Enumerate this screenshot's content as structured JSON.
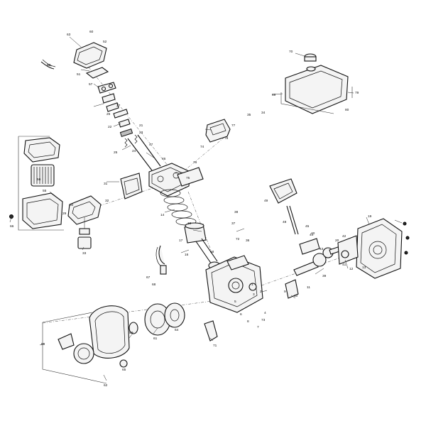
{
  "labels": {
    "l63": "63",
    "l60": "60",
    "l51": "51",
    "l50": "50",
    "l52": "52",
    "l27a": "27",
    "l26a": "26",
    "l57": "57",
    "l22": "22",
    "l21": "21",
    "l23": "23",
    "l24": "24",
    "l47": "47",
    "l46": "46",
    "l25": "25",
    "l79": "79",
    "l70": "70",
    "l69": "69",
    "l35": "35",
    "l34": "34",
    "l17": "17",
    "l16": "16",
    "l15": "15",
    "l14": "14",
    "l18": "18",
    "l33": "33",
    "l31": "31",
    "l32": "32",
    "l30": "30",
    "l29": "29",
    "l56": "56",
    "l55": "55",
    "l49": "49",
    "l48": "48",
    "l45": "45",
    "l44": "44",
    "l43": "43",
    "l42": "42",
    "l41": "41",
    "l40": "40",
    "l39": "39",
    "l38": "38",
    "l37": "37",
    "l36": "36",
    "l11": "11",
    "l10": "10",
    "l9": "9",
    "l8": "8",
    "l7": "7",
    "l6": "6",
    "l5": "5",
    "l4": "4",
    "l3": "3",
    "l2": "2",
    "l1": "1",
    "l12": "12",
    "l13": "13",
    "l19": "19",
    "l20": "20",
    "l58": "58",
    "l59": "59",
    "l61": "61",
    "l62": "62",
    "l64": "64",
    "l65": "65",
    "l66": "66",
    "l67": "67",
    "l68": "68",
    "l71": "71",
    "l72": "72",
    "l73": "73",
    "l74": "74",
    "l75": "75",
    "l76": "76",
    "l77": "77",
    "l78": "78",
    "l80": "80"
  }
}
